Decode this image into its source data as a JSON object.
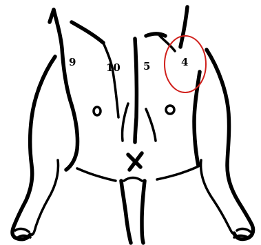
{
  "labels": {
    "region_9": "9",
    "region_10": "10",
    "region_5": "5",
    "region_4": "4"
  },
  "highlight": {
    "color": "#d0201c",
    "encircled_region": "4"
  },
  "colors": {
    "ink": "#000000",
    "background": "#ffffff"
  }
}
